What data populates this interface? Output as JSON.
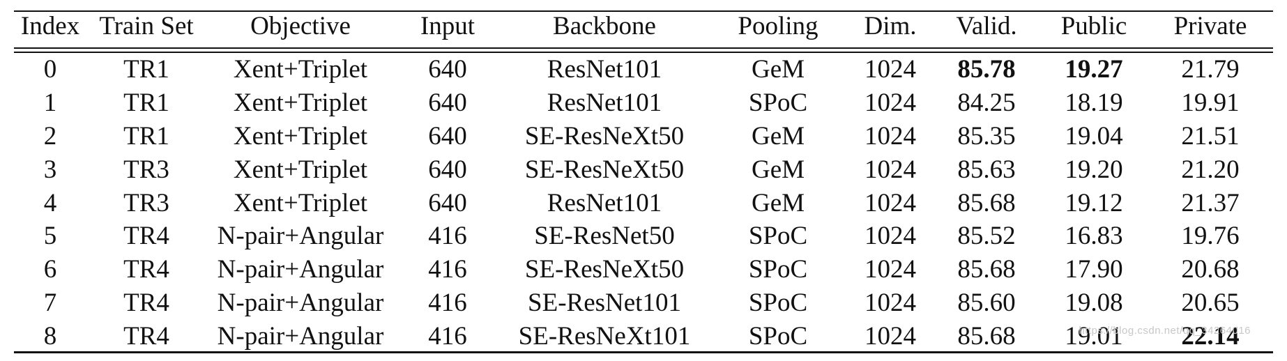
{
  "table": {
    "headers": [
      "Index",
      "Train Set",
      "Objective",
      "Input",
      "Backbone",
      "Pooling",
      "Dim.",
      "Valid.",
      "Public",
      "Private"
    ],
    "rows": [
      [
        "0",
        "TR1",
        "Xent+Triplet",
        "640",
        "ResNet101",
        "GeM",
        "1024",
        "85.78",
        "19.27",
        "21.79"
      ],
      [
        "1",
        "TR1",
        "Xent+Triplet",
        "640",
        "ResNet101",
        "SPoC",
        "1024",
        "84.25",
        "18.19",
        "19.91"
      ],
      [
        "2",
        "TR1",
        "Xent+Triplet",
        "640",
        "SE-ResNeXt50",
        "GeM",
        "1024",
        "85.35",
        "19.04",
        "21.51"
      ],
      [
        "3",
        "TR3",
        "Xent+Triplet",
        "640",
        "SE-ResNeXt50",
        "GeM",
        "1024",
        "85.63",
        "19.20",
        "21.20"
      ],
      [
        "4",
        "TR3",
        "Xent+Triplet",
        "640",
        "ResNet101",
        "GeM",
        "1024",
        "85.68",
        "19.12",
        "21.37"
      ],
      [
        "5",
        "TR4",
        "N-pair+Angular",
        "416",
        "SE-ResNet50",
        "SPoC",
        "1024",
        "85.52",
        "16.83",
        "19.76"
      ],
      [
        "6",
        "TR4",
        "N-pair+Angular",
        "416",
        "SE-ResNeXt50",
        "SPoC",
        "1024",
        "85.68",
        "17.90",
        "20.68"
      ],
      [
        "7",
        "TR4",
        "N-pair+Angular",
        "416",
        "SE-ResNet101",
        "SPoC",
        "1024",
        "85.60",
        "19.08",
        "20.65"
      ],
      [
        "8",
        "TR4",
        "N-pair+Angular",
        "416",
        "SE-ResNeXt101",
        "SPoC",
        "1024",
        "85.68",
        "19.01",
        "22.14"
      ]
    ],
    "bold_cells": [
      [
        0,
        7
      ],
      [
        0,
        8
      ],
      [
        8,
        9
      ]
    ]
  },
  "watermark": "https://blog.csdn.net/qq_34264016"
}
